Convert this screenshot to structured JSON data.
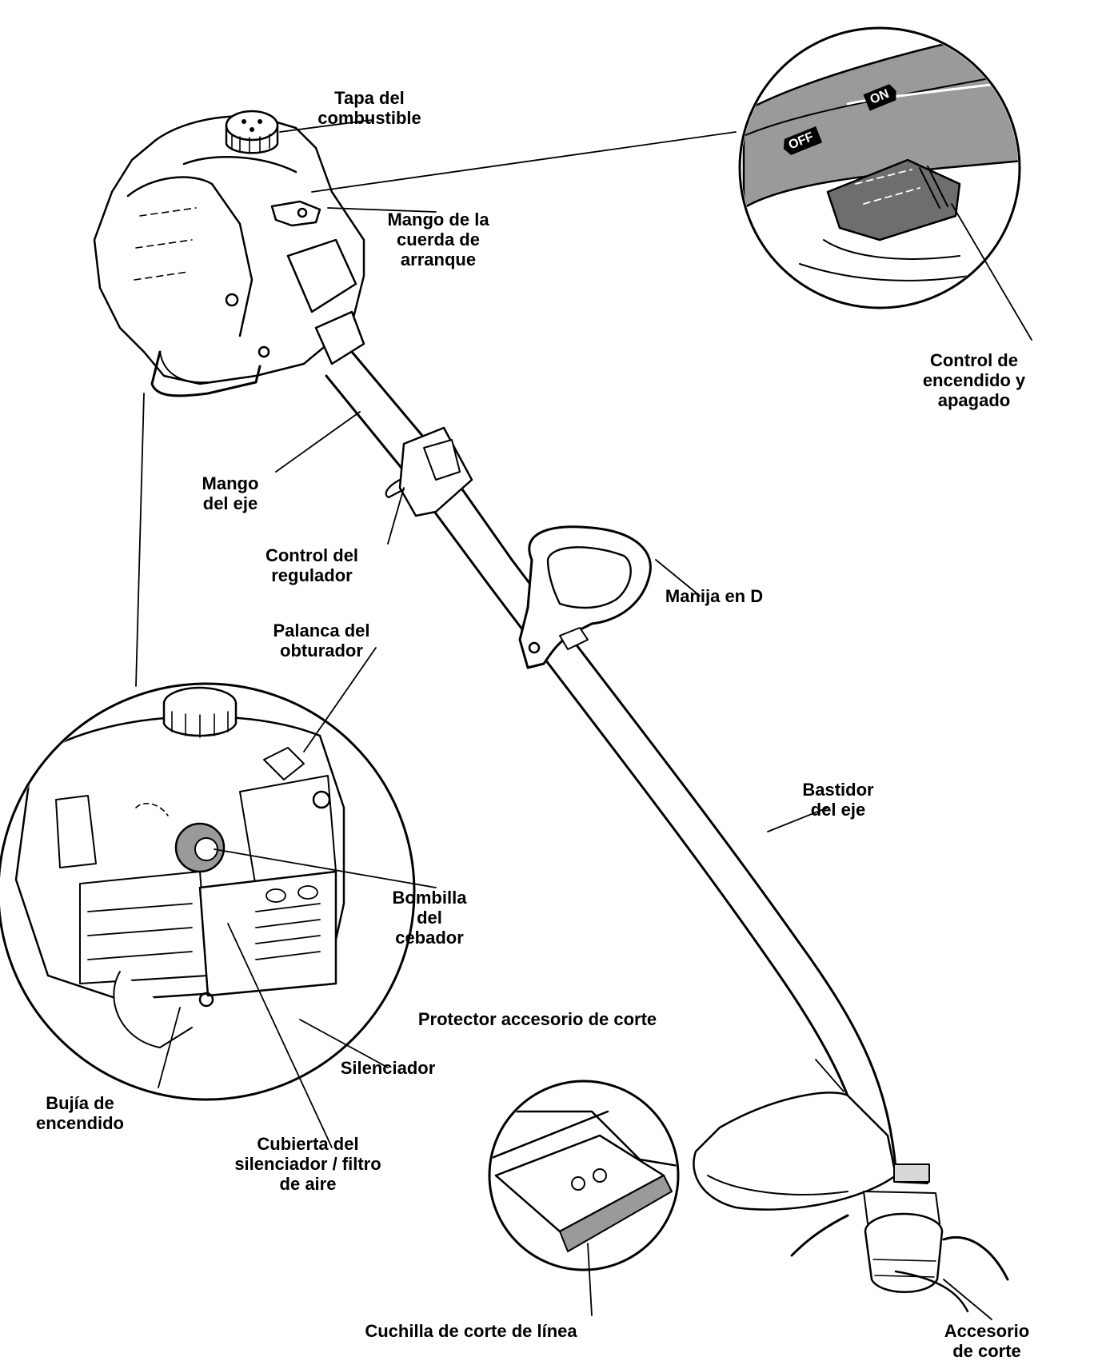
{
  "labels": {
    "fuel_cap": [
      "Tapa del",
      "combustible"
    ],
    "starter_handle": [
      "Mango de la",
      "cuerda de",
      "arranque"
    ],
    "on_off_control": [
      "Control de",
      "encendido y",
      "apagado"
    ],
    "shaft_handle": [
      "Mango",
      "del eje"
    ],
    "throttle_control": [
      "Control del",
      "regulador"
    ],
    "d_handle": [
      "Manija en D"
    ],
    "choke_lever": [
      "Palanca del",
      "obturador"
    ],
    "shaft_housing": [
      "Bastidor",
      "del eje"
    ],
    "primer_bulb": [
      "Bombilla",
      "del",
      "cebador"
    ],
    "guard": [
      "Protector accesorio de corte"
    ],
    "muffler": [
      "Silenciador"
    ],
    "spark_plug": [
      "Bujía de",
      "encendido"
    ],
    "muffler_cover": [
      "Cubierta del",
      "silenciador / filtro",
      "de aire"
    ],
    "line_blade": [
      "Cuchilla de corte de línea"
    ],
    "cutting_attachment": [
      "Accesorio",
      "de corte"
    ]
  },
  "switch_marks": {
    "off": "OFF",
    "on": "ON"
  },
  "colors": {
    "ink": "#000000",
    "shade": "#9a9a9a",
    "dark_shade": "#6e6e6e",
    "paper": "#ffffff"
  }
}
